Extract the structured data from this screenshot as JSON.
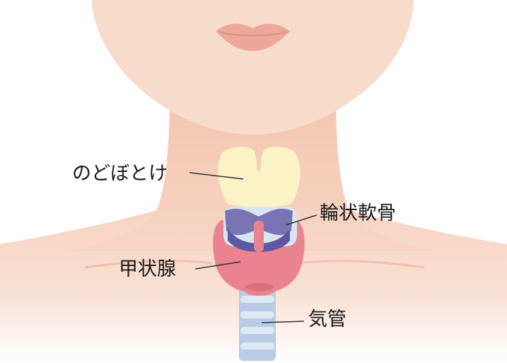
{
  "labels": {
    "adams_apple": "のどぼとけ",
    "cricoid_cartilage": "輪状軟骨",
    "thyroid_gland": "甲状腺",
    "trachea": "気管"
  },
  "colors": {
    "skin_light": "#f8dccb",
    "skin_shadow": "#f2c3ab",
    "lips": "#eba89a",
    "thyroid_cartilage": "#fbf2c6",
    "cricoid_cartilage": "#7b74b4",
    "cricoid_dark": "#5d58a1",
    "thyroid_gland": "#e8838f",
    "thyroid_shadow": "#d9707e",
    "trachea_blue": "#b9cbe6",
    "trachea_light": "#dde9f3",
    "trachea_ring": "#d7e6f0",
    "leader_line": "#333333"
  }
}
